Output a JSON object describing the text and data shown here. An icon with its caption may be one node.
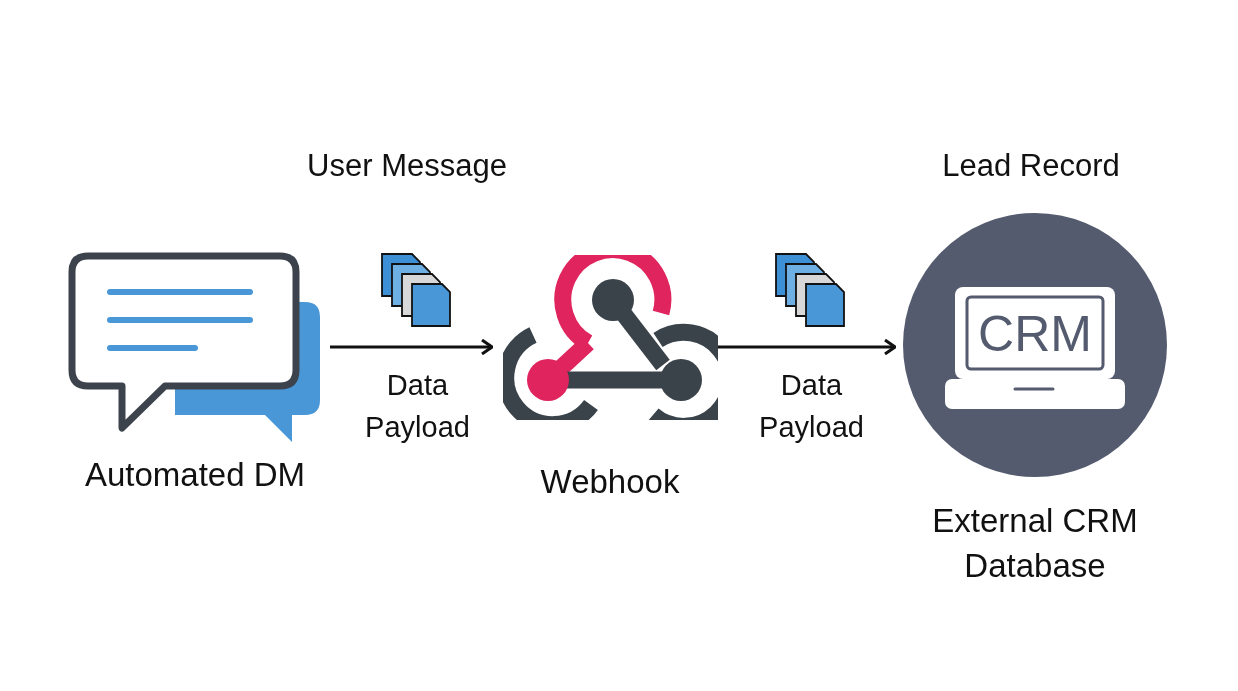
{
  "diagram": {
    "nodes": [
      {
        "text": [
          "Automated DM"
        ]
      },
      {
        "text": [
          "Webhook"
        ]
      },
      {
        "text": [
          "CRM",
          "External CRM Database"
        ]
      }
    ],
    "edges": [
      {
        "from": 0,
        "to": 1,
        "arrow": "to",
        "label": "Data Payload"
      },
      {
        "from": 1,
        "to": 2,
        "arrow": "to",
        "label": "Data Payload"
      }
    ],
    "labels": [
      "User Message",
      "Lead Record"
    ]
  }
}
